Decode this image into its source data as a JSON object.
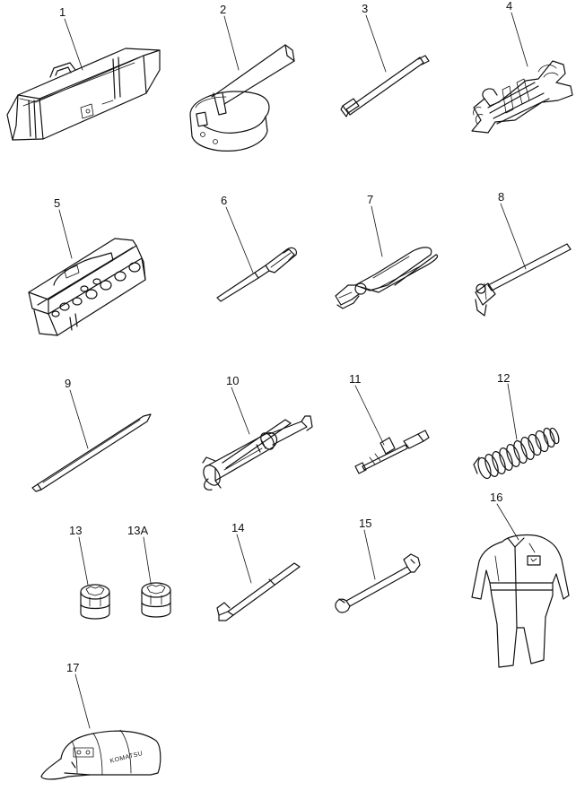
{
  "parts": [
    {
      "id": "p1",
      "label": "1",
      "icon": "tool-bag-icon"
    },
    {
      "id": "p2",
      "label": "2",
      "icon": "filter-wrench-icon"
    },
    {
      "id": "p3",
      "label": "3",
      "icon": "extension-bar-icon"
    },
    {
      "id": "p4",
      "label": "4",
      "icon": "wrench-set-icon"
    },
    {
      "id": "p5",
      "label": "5",
      "icon": "socket-set-case-icon"
    },
    {
      "id": "p6",
      "label": "6",
      "icon": "screwdriver-icon"
    },
    {
      "id": "p7",
      "label": "7",
      "icon": "pliers-icon"
    },
    {
      "id": "p8",
      "label": "8",
      "icon": "hammer-icon"
    },
    {
      "id": "p9",
      "label": "9",
      "icon": "pry-bar-icon"
    },
    {
      "id": "p10",
      "label": "10",
      "icon": "grease-gun-icon"
    },
    {
      "id": "p11",
      "label": "11",
      "icon": "grease-nozzle-icon"
    },
    {
      "id": "p12",
      "label": "12",
      "icon": "grease-hose-icon"
    },
    {
      "id": "p13",
      "label": "13",
      "icon": "socket-icon"
    },
    {
      "id": "p13a",
      "label": "13A",
      "icon": "socket-icon"
    },
    {
      "id": "p14",
      "label": "14",
      "icon": "l-wrench-icon"
    },
    {
      "id": "p15",
      "label": "15",
      "icon": "open-end-wrench-icon"
    },
    {
      "id": "p16",
      "label": "16",
      "icon": "coveralls-icon"
    },
    {
      "id": "p17",
      "label": "17",
      "icon": "cap-icon"
    }
  ],
  "cap_text": "KOMATSU"
}
